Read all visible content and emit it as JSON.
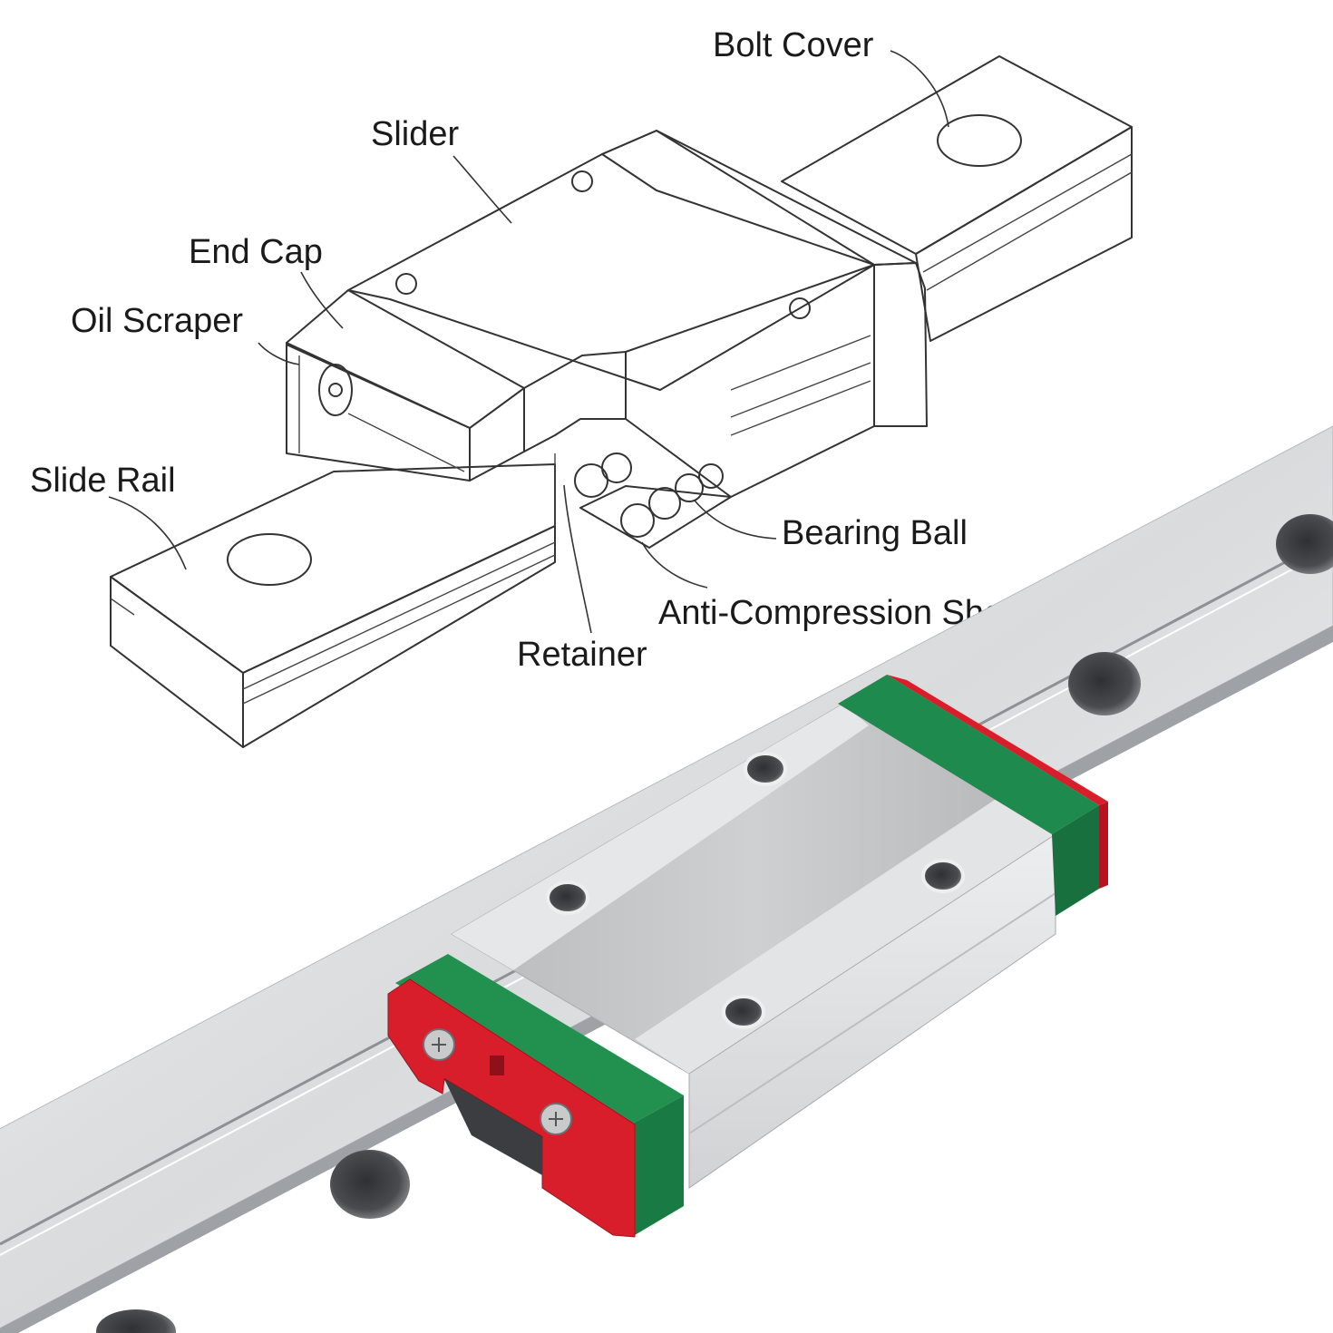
{
  "labels": {
    "bolt_cover": "Bolt Cover",
    "slider": "Slider",
    "end_cap": "End Cap",
    "oil_scraper": "Oil Scraper",
    "slide_rail": "Slide Rail",
    "bearing_ball": "Bearing Ball",
    "anti_compression_sheet": "Anti-Compression Sheet",
    "retainer": "Retainer"
  },
  "colors": {
    "line": "#333333",
    "rail_metal": "#d7d9dc",
    "block_metal": "#c4c5c7",
    "seal_green": "#1f8a4e",
    "seal_red": "#d81e2a"
  }
}
